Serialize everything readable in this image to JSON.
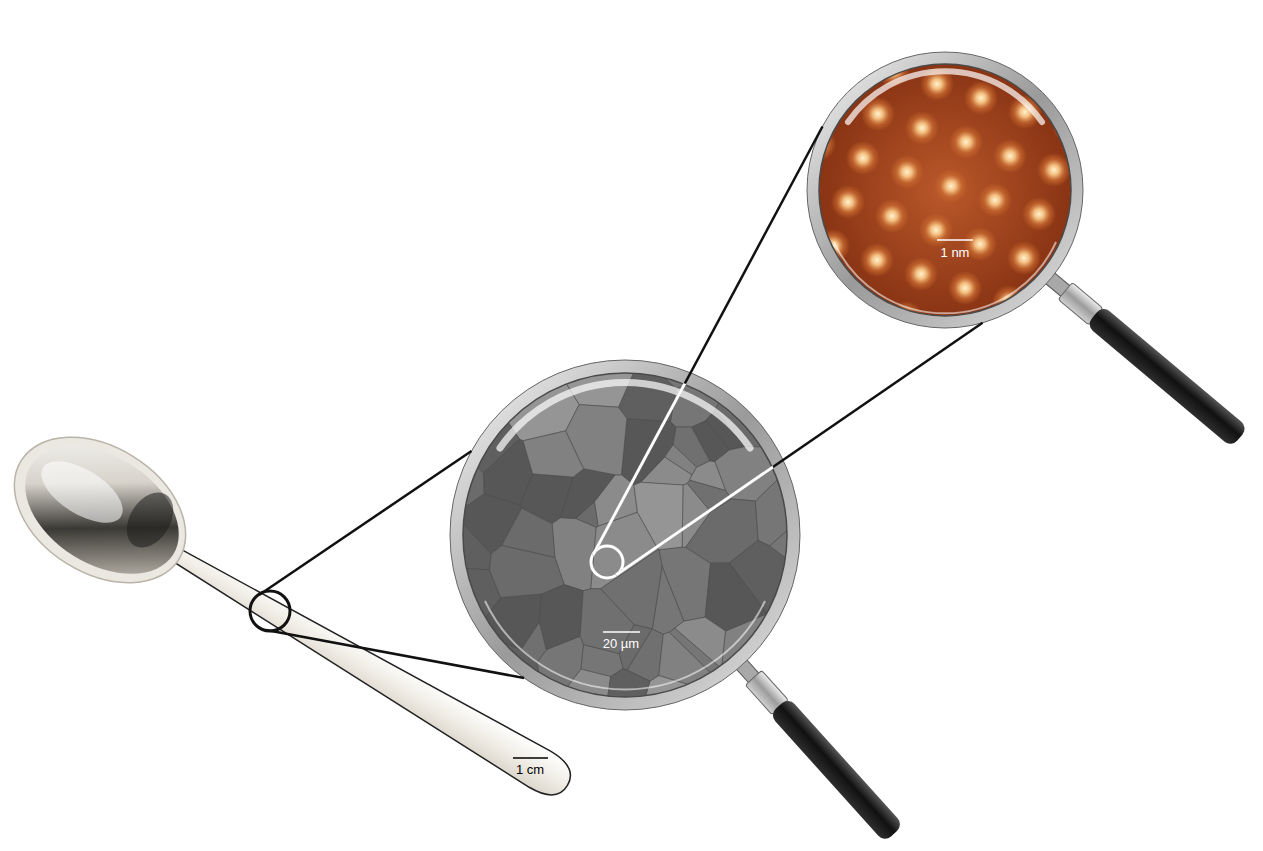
{
  "diagram": {
    "nodes": [
      {
        "text": [
          "1 cm"
        ]
      },
      {
        "text": [
          "20 µm"
        ]
      },
      {
        "text": [
          "1 nm"
        ]
      }
    ],
    "edges": [
      {
        "from": 0,
        "to": 1,
        "arrow": "none"
      },
      {
        "from": 0,
        "to": 1,
        "arrow": "none"
      },
      {
        "from": 1,
        "to": 2,
        "arrow": "none"
      },
      {
        "from": 1,
        "to": 2,
        "arrow": "none"
      }
    ]
  }
}
